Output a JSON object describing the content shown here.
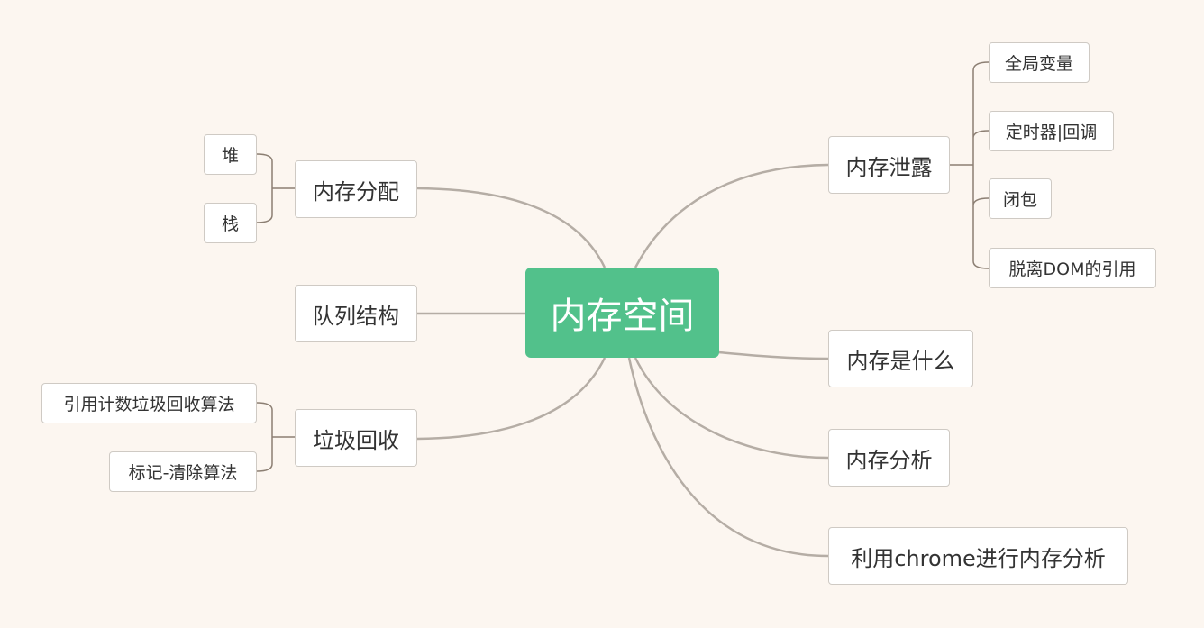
{
  "colors": {
    "background": "#fcf6f0",
    "root_fill": "#52c18b",
    "root_text": "#ffffff",
    "node_fill": "#ffffff",
    "node_border": "#cfcac4",
    "link_main": "#b5ada5",
    "link_sub": "#8c7f73"
  },
  "root": {
    "label": "内存空间"
  },
  "left": {
    "allocation": {
      "label": "内存分配",
      "children": [
        "堆",
        "栈"
      ]
    },
    "queue": {
      "label": "队列结构"
    },
    "gc": {
      "label": "垃圾回收",
      "children": [
        "引用计数垃圾回收算法",
        "标记-清除算法"
      ]
    }
  },
  "right": {
    "leak": {
      "label": "内存泄露",
      "children": [
        "全局变量",
        "定时器|回调",
        "闭包",
        "脱离DOM的引用"
      ]
    },
    "what": {
      "label": "内存是什么"
    },
    "analysis": {
      "label": "内存分析"
    },
    "chrome": {
      "label": "利用chrome进行内存分析"
    }
  }
}
